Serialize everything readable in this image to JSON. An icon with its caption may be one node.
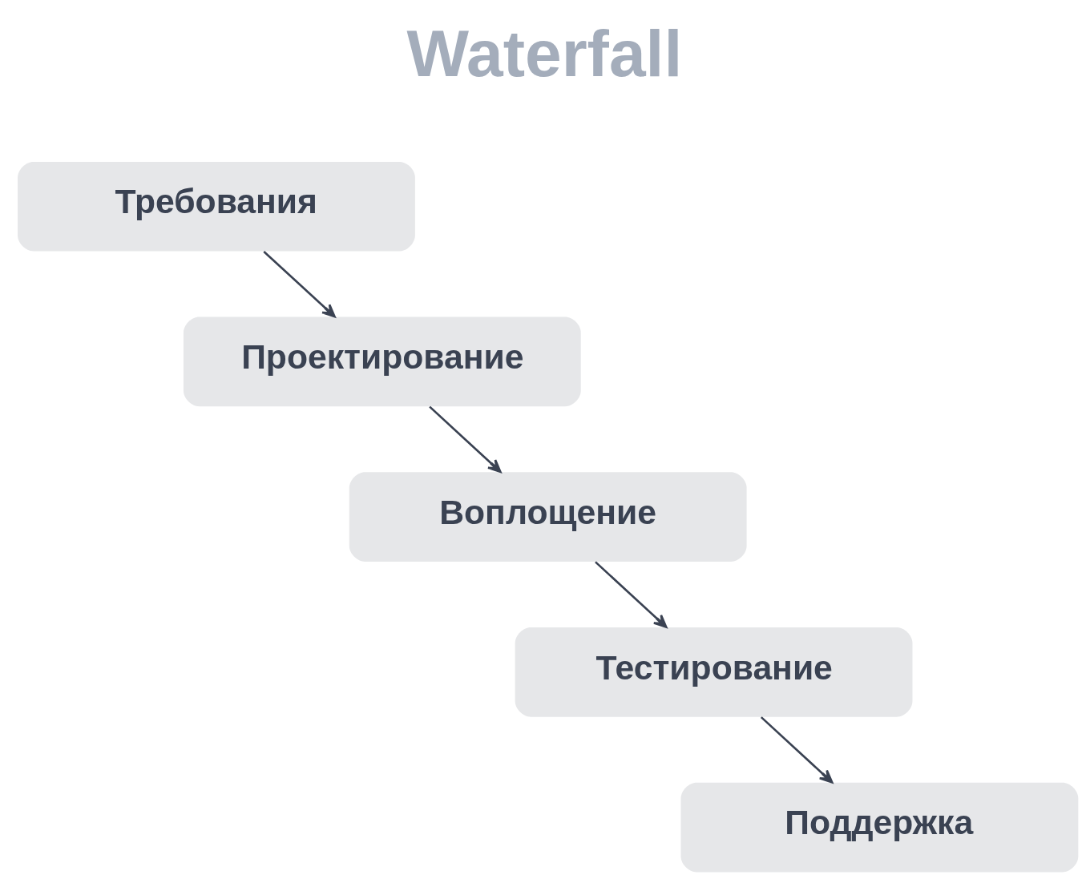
{
  "diagram": {
    "title": "Waterfall",
    "nodes": [
      {
        "text": [
          "Требования"
        ]
      },
      {
        "text": [
          "Проектирование"
        ]
      },
      {
        "text": [
          "Воплощение"
        ]
      },
      {
        "text": [
          "Тестирование"
        ]
      },
      {
        "text": [
          "Поддержка"
        ]
      }
    ],
    "edges": [
      {
        "from": 0,
        "to": 1,
        "arrow": "to"
      },
      {
        "from": 1,
        "to": 2,
        "arrow": "to"
      },
      {
        "from": 2,
        "to": 3,
        "arrow": "to"
      },
      {
        "from": 3,
        "to": 4,
        "arrow": "to"
      }
    ]
  }
}
